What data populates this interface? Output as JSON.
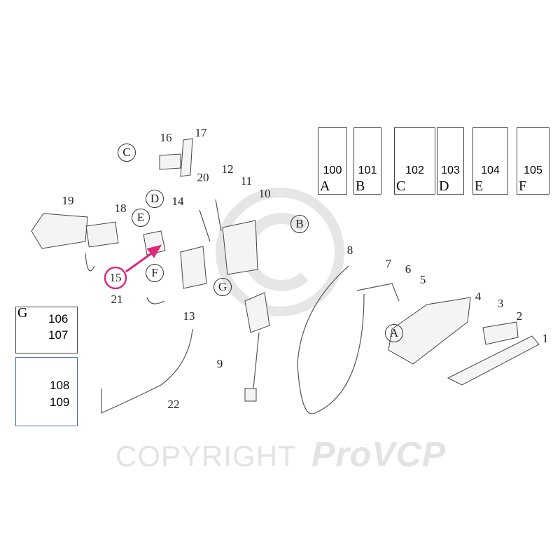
{
  "watermark": {
    "symbol": "©",
    "text": "COPYRIGHT",
    "brand": "ProVCP"
  },
  "highlight": {
    "part": "15",
    "color": "#e0287a"
  },
  "callouts": {
    "p1": "1",
    "p2": "2",
    "p3": "3",
    "p4": "4",
    "p5": "5",
    "p6": "6",
    "p7": "7",
    "p8": "8",
    "p9": "9",
    "p10": "10",
    "p11": "11",
    "p12": "12",
    "p13": "13",
    "p14": "14",
    "p15": "15",
    "p16": "16",
    "p17": "17",
    "p18": "18",
    "p19": "19",
    "p20": "20",
    "p21": "21",
    "p22": "22"
  },
  "letters": {
    "a": "A",
    "b": "B",
    "c": "C",
    "d": "D",
    "e": "E",
    "f": "F",
    "g": "G"
  },
  "fasteners": [
    {
      "num": "100",
      "letter": "A"
    },
    {
      "num": "101",
      "letter": "B"
    },
    {
      "num": "102",
      "letter": "C"
    },
    {
      "num": "103",
      "letter": "D"
    },
    {
      "num": "104",
      "letter": "E"
    },
    {
      "num": "105",
      "letter": "F"
    }
  ],
  "g_box": {
    "letter": "G",
    "n1": "106",
    "n2": "107"
  },
  "pin_box": {
    "n1": "108",
    "n2": "109"
  }
}
